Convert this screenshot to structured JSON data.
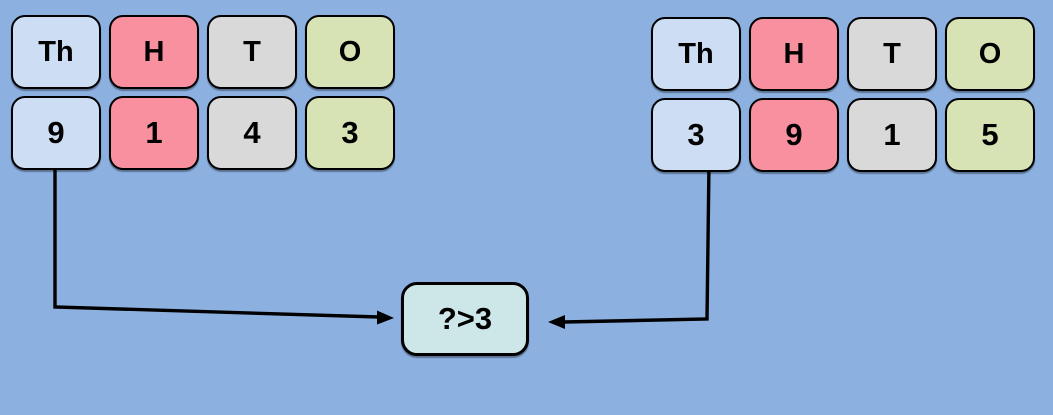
{
  "colors": {
    "background": "#8cb0e0",
    "thousands": "#cdddf4",
    "hundreds": "#f9909f",
    "tens": "#d9d9d9",
    "ones": "#d7e3b5",
    "comparison": "#cde7e9",
    "arrow": "#000000"
  },
  "left_number": {
    "columns": [
      {
        "header": "Th",
        "value": "9"
      },
      {
        "header": "H",
        "value": "1"
      },
      {
        "header": "T",
        "value": "4"
      },
      {
        "header": "O",
        "value": "3"
      }
    ]
  },
  "right_number": {
    "columns": [
      {
        "header": "Th",
        "value": "3"
      },
      {
        "header": "H",
        "value": "9"
      },
      {
        "header": "T",
        "value": "1"
      },
      {
        "header": "O",
        "value": "5"
      }
    ]
  },
  "comparison_box": {
    "label": "?>3"
  }
}
